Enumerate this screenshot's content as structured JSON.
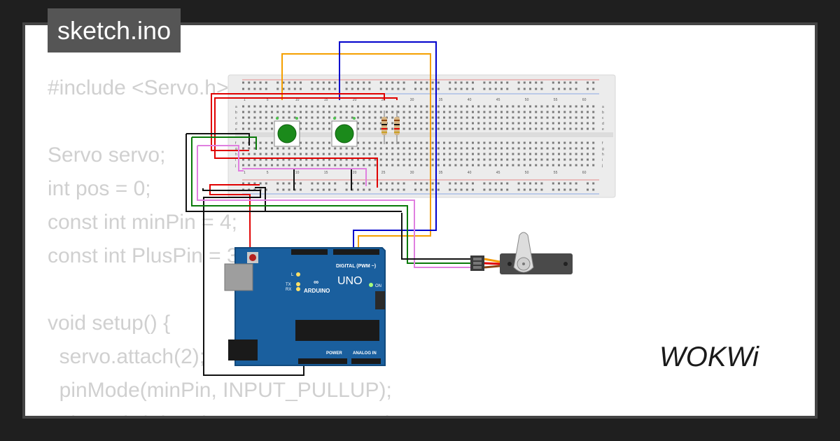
{
  "title": "sketch.ino",
  "code_lines": [
    "#include <Servo.h>",
    "",
    "Servo servo;",
    "int pos = 0;",
    "const int minPin = 4;",
    "const int PlusPin = 3;",
    "",
    "void setup() {",
    "  servo.attach(2);",
    "  pinMode(minPin, INPUT_PULLUP);",
    "  pinMode(PlusPin, INPUT_PULLUP);"
  ],
  "board": {
    "brand": "ARDUINO",
    "model": "UNO",
    "digital_header": "DIGITAL (PWM ~)",
    "power_header": "POWER",
    "analog_header": "ANALOG IN",
    "on_label": "ON",
    "tx_label": "TX",
    "rx_label": "RX",
    "l_label": "L"
  },
  "breadboard": {
    "column_numbers": [
      "1",
      "5",
      "10",
      "15",
      "20",
      "25",
      "30",
      "35",
      "40",
      "45",
      "50",
      "55",
      "60"
    ],
    "row_letters_top": [
      "a",
      "b",
      "c",
      "d",
      "e"
    ],
    "row_letters_bottom": [
      "f",
      "g",
      "h",
      "i",
      "j"
    ]
  },
  "components": [
    "pushbutton",
    "pushbutton",
    "resistor",
    "resistor",
    "servo"
  ],
  "wire_colors": {
    "red": "#e00000",
    "black": "#111111",
    "blue": "#0000cc",
    "orange": "#f5a000",
    "green": "#0a7a0a",
    "pink": "#e080e0"
  },
  "logo": "WOKWi"
}
